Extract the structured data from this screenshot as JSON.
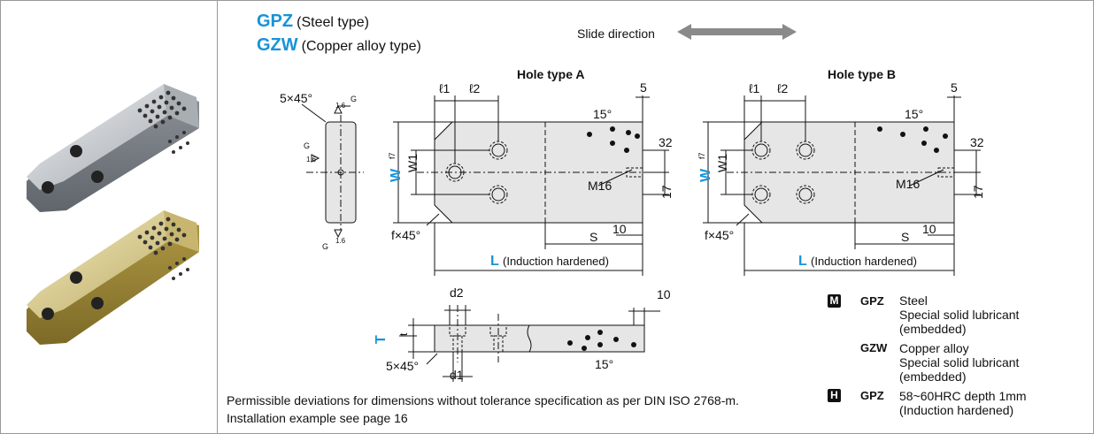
{
  "header": {
    "gpz_code": "GPZ",
    "gpz_desc": "(Steel type)",
    "gzw_code": "GZW",
    "gzw_desc": "(Copper alloy type)",
    "slide_direction": "Slide direction"
  },
  "drawing": {
    "hole_type_a": "Hole type A",
    "hole_type_b": "Hole type B",
    "dims": {
      "chamfer_5x45": "5×45°",
      "roughness": "1.6",
      "g": "G",
      "l1": "ℓ1",
      "l2": "ℓ2",
      "five": "5",
      "fifteen": "15°",
      "thirty_two": "32",
      "seventeen": "17",
      "m16": "M16",
      "s": "S",
      "ten": "10",
      "fx45": "f×45°",
      "w": "W",
      "wf7": "f7",
      "w1": "W1",
      "l": "L",
      "l_note": "(Induction hardened)",
      "d1": "d1",
      "d2": "d2",
      "t_big": "T",
      "t_small": "t"
    }
  },
  "notes": {
    "line1": "Permissible deviations for dimensions without tolerance specification as per DIN ISO 2768-m.",
    "line2": "Installation example see page 16"
  },
  "legend": {
    "m_badge": "M",
    "h_badge": "H",
    "items": [
      {
        "code": "GPZ",
        "lines": [
          "Steel",
          "Special solid lubricant",
          "(embedded)"
        ]
      },
      {
        "code": "GZW",
        "lines": [
          "Copper alloy",
          "Special solid lubricant",
          "(embedded)"
        ]
      },
      {
        "code": "GPZ",
        "lines": [
          "58~60HRC depth 1mm",
          "(Induction hardened)"
        ]
      }
    ]
  },
  "colors": {
    "accent": "#1793d8",
    "steel": "#b9bec3",
    "brass": "#d7c98e"
  }
}
